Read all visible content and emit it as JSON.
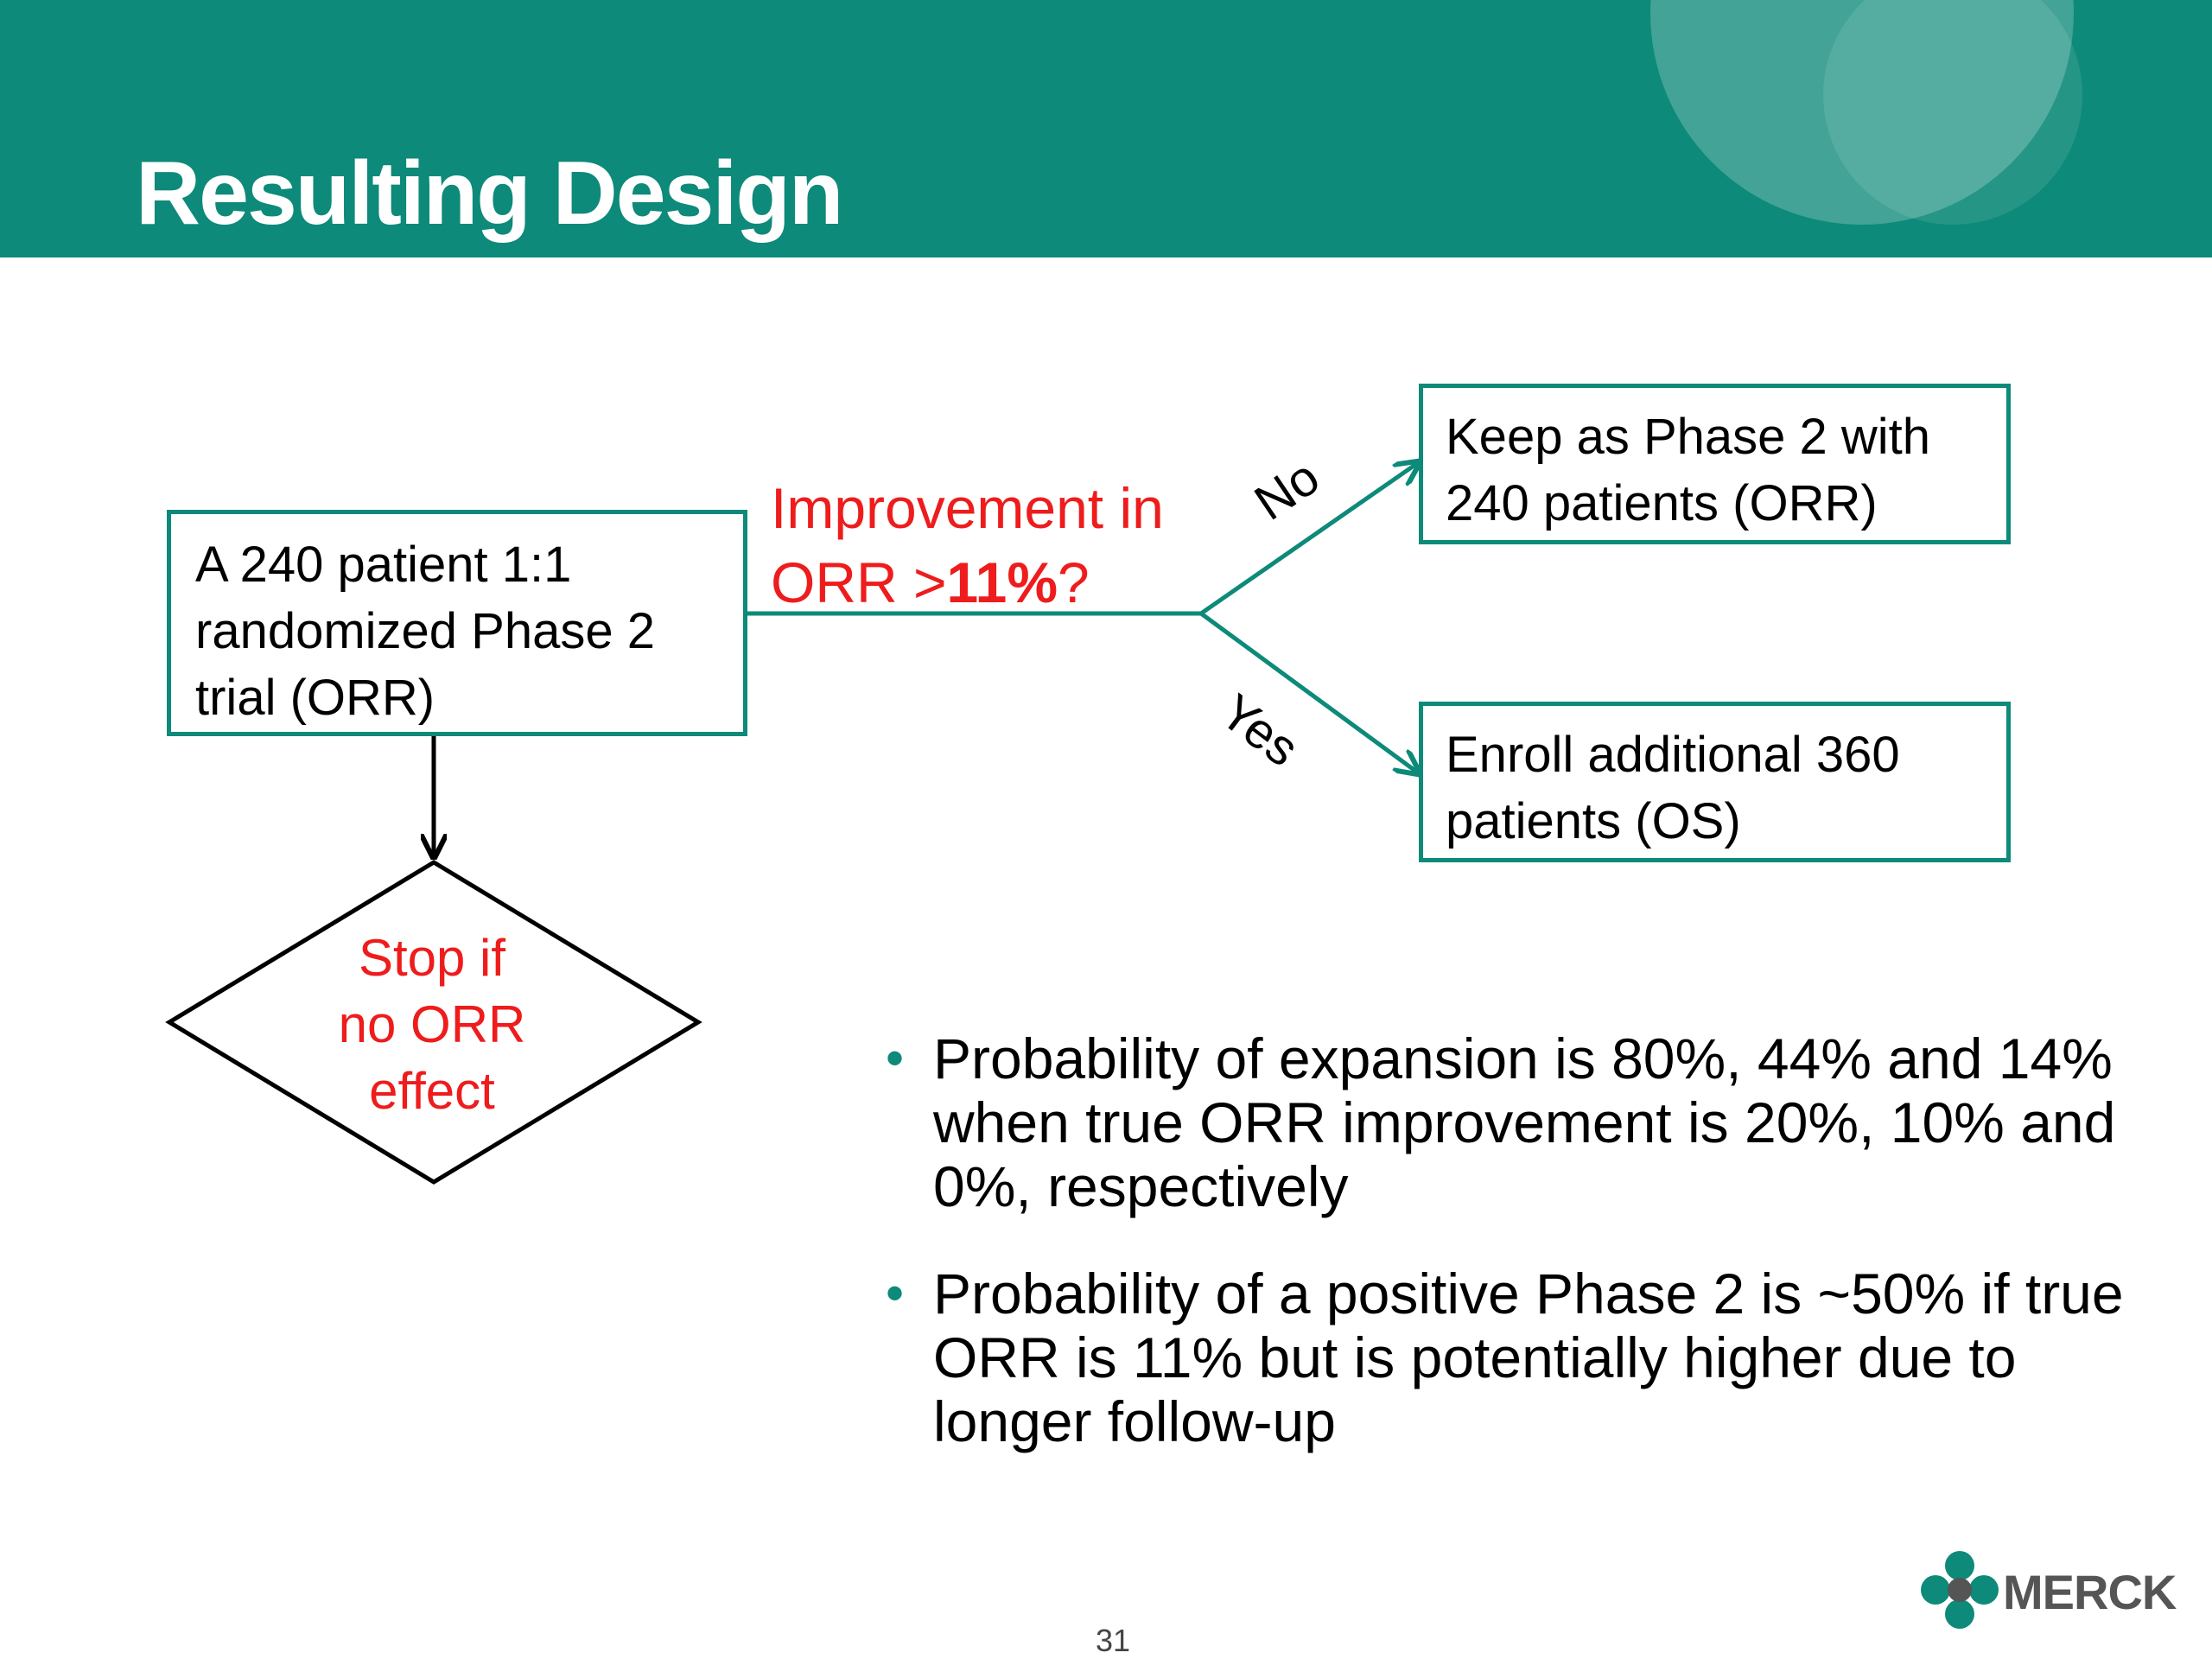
{
  "slide": {
    "title": "Resulting Design",
    "page_number": "31",
    "logo_text": "MERCK"
  },
  "colors": {
    "teal": "#0d8a79",
    "red": "#ee1c1c"
  },
  "flow": {
    "start_box": [
      "A 240 patient 1:1",
      "randomized Phase 2",
      "trial (ORR)"
    ],
    "question": {
      "line1": "Improvement in",
      "line2_prefix": "ORR >",
      "line2_bold": "11%",
      "line2_suffix": "?"
    },
    "branch_no": "No",
    "branch_yes": "Yes",
    "no_box": [
      "Keep as Phase 2 with",
      "240 patients (ORR)"
    ],
    "yes_box": [
      "Enroll additional 360",
      "patients (OS)"
    ],
    "decision": [
      "Stop if",
      "no ORR",
      "effect"
    ]
  },
  "bullets": [
    "Probability of expansion is 80%, 44% and 14% when true ORR improvement is 20%, 10% and 0%, respectively",
    "Probability of a positive Phase 2 is ~50% if true ORR is 11% but is potentially higher due to longer follow-up"
  ]
}
